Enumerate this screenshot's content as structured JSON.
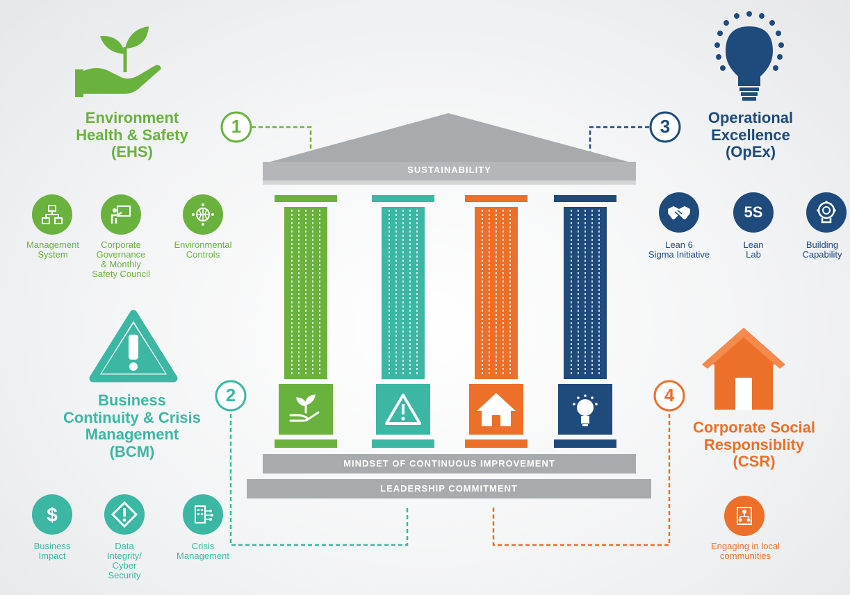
{
  "colors": {
    "green": "#6ab23e",
    "teal": "#3bb7a4",
    "orange": "#ec6f2a",
    "navy": "#1e4a7c",
    "gray": "#a8abae"
  },
  "temple": {
    "roof_label": "SUSTAINABILITY",
    "step1_label": "MINDSET OF CONTINUOUS IMPROVEMENT",
    "step2_label": "LEADERSHIP COMMITMENT"
  },
  "ehs": {
    "number": "1",
    "title": "Environment\nHealth & Safety\n(EHS)",
    "icon": "hand-plant-icon",
    "items": [
      {
        "label": "Management\nSystem",
        "icon": "org-chart-icon"
      },
      {
        "label": "Corporate\nGovernance\n& Monthly\nSafety Council",
        "icon": "presenter-icon"
      },
      {
        "label": "Environmental\nControls",
        "icon": "globe-network-icon"
      }
    ]
  },
  "bcm": {
    "number": "2",
    "title": "Business\nContinuity & Crisis\nManagement\n(BCM)",
    "icon": "warning-triangle-icon",
    "items": [
      {
        "label": "Business\nImpact",
        "icon": "dollar-icon"
      },
      {
        "label": "Data\nIntegrity/\nCyber\nSecurity",
        "icon": "warning-diamond-icon"
      },
      {
        "label": "Crisis\nManagement",
        "icon": "building-network-icon"
      }
    ]
  },
  "opex": {
    "number": "3",
    "title": "Operational\nExcellence\n(OpEx)",
    "icon": "lightbulb-icon",
    "items": [
      {
        "label": "Lean 6\nSigma Initiative",
        "icon": "handshake-icon"
      },
      {
        "label": "Lean\nLab",
        "icon": "5s-icon",
        "badge": "5S"
      },
      {
        "label": "Building\nCapability",
        "icon": "head-gear-icon"
      }
    ]
  },
  "csr": {
    "number": "4",
    "title": "Corporate Social\nResponsiblity\n(CSR)",
    "icon": "house-icon",
    "items": [
      {
        "label": "Engaging in local\ncommunities",
        "icon": "community-network-icon"
      }
    ]
  }
}
